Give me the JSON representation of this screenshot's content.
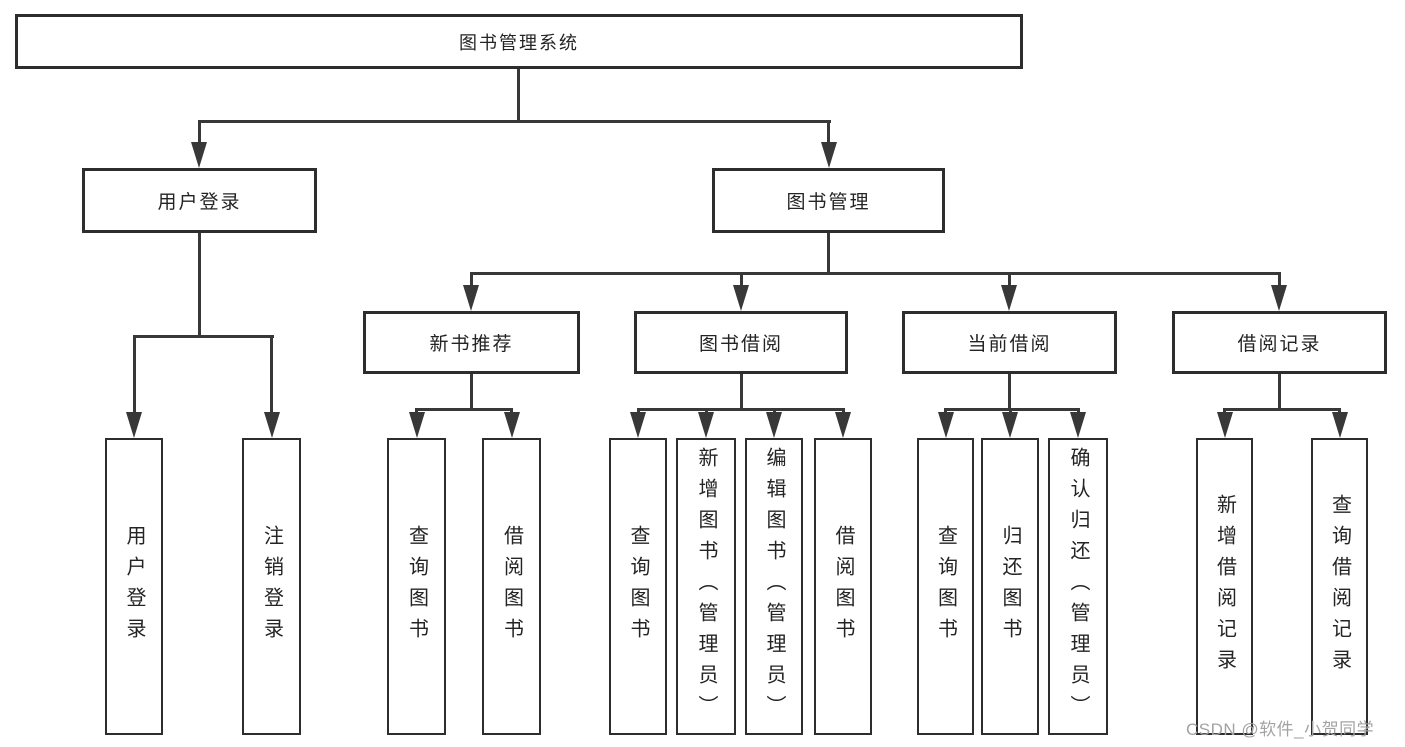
{
  "diagram": {
    "root": {
      "label": "图书管理系统"
    },
    "level2": {
      "user_login": {
        "label": "用户登录"
      },
      "book_management": {
        "label": "图书管理"
      }
    },
    "level3": {
      "new_book_recommend": {
        "label": "新书推荐"
      },
      "book_borrowing": {
        "label": "图书借阅"
      },
      "current_borrowing": {
        "label": "当前借阅"
      },
      "borrowing_records": {
        "label": "借阅记录"
      }
    },
    "leaves": {
      "user_login": [
        "用户登录",
        "注销登录"
      ],
      "new_book_recommend": [
        "查询图书",
        "借阅图书"
      ],
      "book_borrowing": [
        "查询图书",
        "新增图书（管理员）",
        "编辑图书（管理员）",
        "借阅图书"
      ],
      "current_borrowing": [
        "查询图书",
        "归还图书",
        "确认归还（管理员）"
      ],
      "borrowing_records": [
        "新增借阅记录",
        "查询借阅记录"
      ]
    }
  },
  "watermark": "CSDN @软件_小贺同学",
  "colors": {
    "line": "#383838",
    "box_border": "#2d2d2d",
    "text": "#242424",
    "watermark": "#a3a3a3",
    "background": "#ffffff"
  }
}
